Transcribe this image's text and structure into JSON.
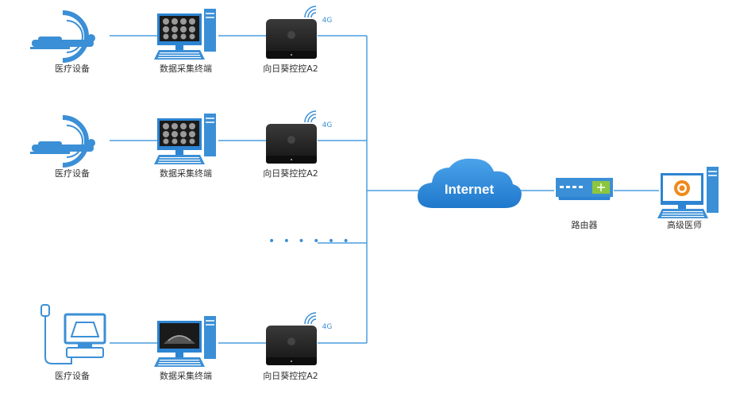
{
  "rows": [
    {
      "device_label": "医疗设备",
      "terminal_label": "数据采集终端",
      "box_label": "向日葵控控A2",
      "signal_label": "4G",
      "device_type": "ct-scanner",
      "screen_content": "brain-mri-grid"
    },
    {
      "device_label": "医疗设备",
      "terminal_label": "数据采集终端",
      "box_label": "向日葵控控A2",
      "signal_label": "4G",
      "device_type": "ct-scanner",
      "screen_content": "brain-mri-grid"
    },
    {
      "device_label": "医疗设备",
      "terminal_label": "数据采集终端",
      "box_label": "向日葵控控A2",
      "signal_label": "4G",
      "device_type": "ultrasound",
      "screen_content": "ultrasound-scan"
    }
  ],
  "ellipsis": "• • • • • •",
  "cloud_label": "Internet",
  "router_label": "路由器",
  "doctor_label": "高级医师",
  "colors": {
    "line": "#4a9ee0",
    "device_blue": "#3b8fd6",
    "cloud_blue": "#2f8bdc",
    "box_dark": "#1e1e1e",
    "router_green": "#8cc63f"
  }
}
